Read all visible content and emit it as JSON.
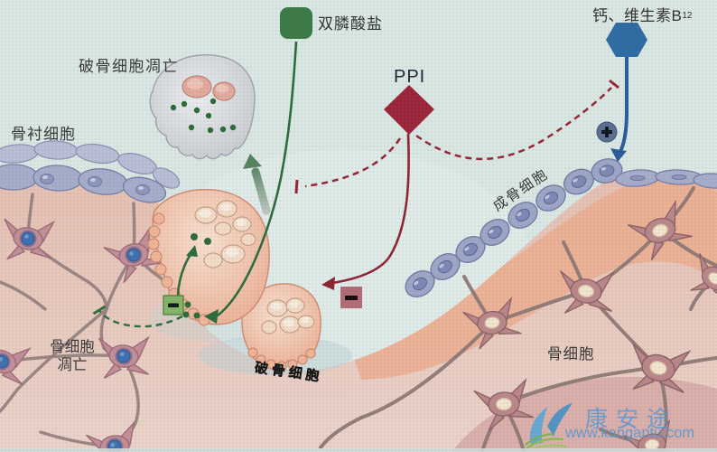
{
  "colors": {
    "background": "#dae7e3",
    "bone_pink": "#e8c4b7",
    "bone_deep_band": "#eeab8c",
    "bisphosphonate_green": "#3c7a46",
    "ppi_red": "#9c2438",
    "calcium_blue": "#2f6ba3",
    "arrow_green": "#2d6b3c",
    "arrow_red": "#8e2433",
    "arrow_blue": "#2a5a98",
    "plus_circle_blue": "#5d6f91",
    "green_minus_badge": "#85b566",
    "red_minus_badge": "#b26a74",
    "watermark_blue": "#5b9bd5"
  },
  "legend": {
    "bisphosphonate": "双膦酸盐",
    "ppi": "PPI",
    "calcium_vitamin_b12_main": "钙、维生素B",
    "calcium_vitamin_b12_sub": "12"
  },
  "labels": {
    "osteoclast_apoptosis": "破骨细胞凋亡",
    "bone_lining_cells": "骨衬细胞",
    "osteocyte_apoptosis_line1": "骨细胞",
    "osteocyte_apoptosis_line2": "凋亡",
    "osteoblasts": "成骨细胞",
    "osteoclast_handwritten": "破骨细胞",
    "osteocytes": "骨细胞"
  },
  "icons": {
    "bisphosphonate_marker": "green-rounded-square",
    "ppi_marker": "red-diamond",
    "calcium_marker": "blue-hexagon",
    "stimulation_badge": "plus-in-circle",
    "green_inhibition_badge": "minus-square",
    "red_inhibition_badge": "minus-square",
    "apoptosis_arrow": "thick-up-arrow"
  },
  "watermark": {
    "brand": "康安途",
    "url": "www.kangantu.com"
  }
}
